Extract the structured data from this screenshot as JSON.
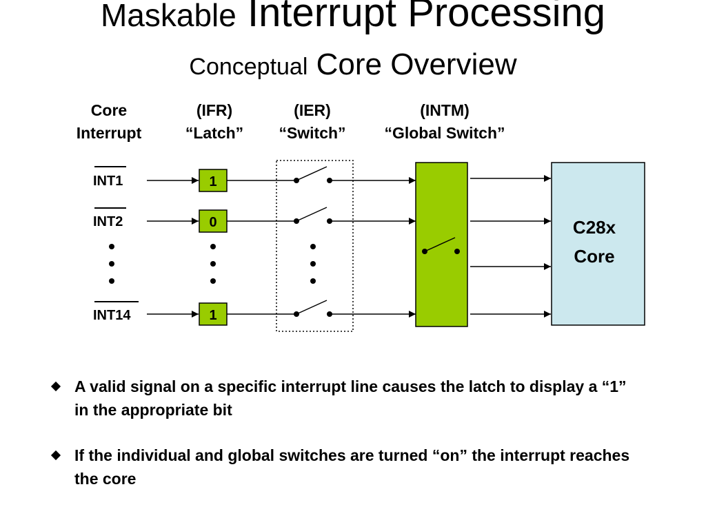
{
  "title": {
    "part1": "Maskable",
    "part2": "Interrupt Processing"
  },
  "subtitle": {
    "part1": "Conceptual",
    "part2": "Core Overview"
  },
  "columns": {
    "core_interrupt": [
      "Core",
      "Interrupt"
    ],
    "ifr": [
      "(IFR)",
      "“Latch”"
    ],
    "ier": [
      "(IER)",
      "“Switch”"
    ],
    "intm": [
      "(INTM)",
      "“Global Switch”"
    ]
  },
  "interrupts": [
    {
      "label": "INT1",
      "ifr_bit": "1"
    },
    {
      "label": "INT2",
      "ifr_bit": "0"
    },
    {
      "label": "INT14",
      "ifr_bit": "1"
    }
  ],
  "core": {
    "line1": "C28x",
    "line2": "Core"
  },
  "colors": {
    "latch_fill": "#99CC00",
    "intm_fill": "#99CC00",
    "core_fill": "#CCE8EE"
  },
  "bullets": [
    "A valid signal on a specific interrupt line causes the latch to display a “1” in the appropriate bit",
    "If the individual and global switches are turned “on” the interrupt reaches the core"
  ]
}
